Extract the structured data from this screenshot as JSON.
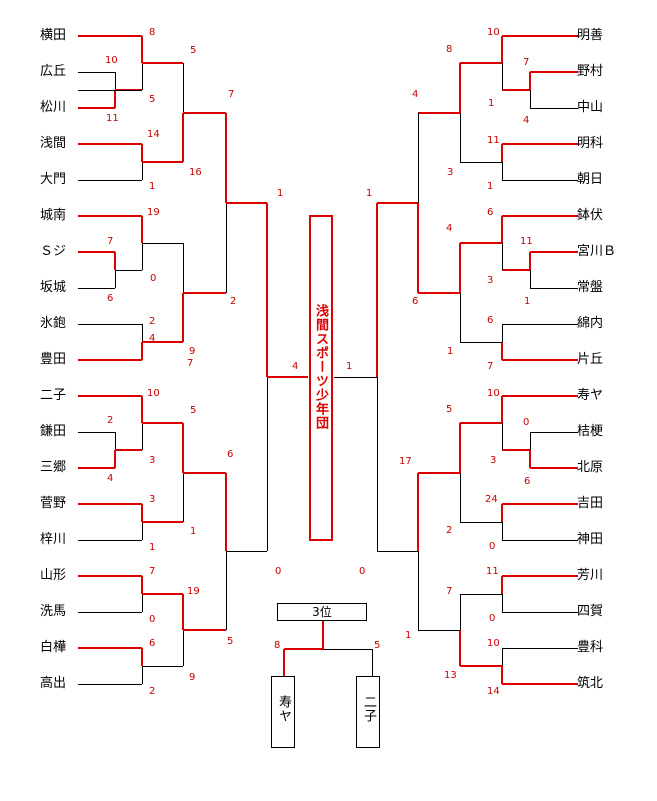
{
  "left_teams": [
    "横田",
    "広丘",
    "松川",
    "浅間",
    "大門",
    "城南",
    "Ｓジ",
    "坂城",
    "氷鉋",
    "豊田",
    "二子",
    "鎌田",
    "三郷",
    "菅野",
    "梓川",
    "山形",
    "洗馬",
    "白樺",
    "高出"
  ],
  "right_teams": [
    "明善",
    "野村",
    "中山",
    "明科",
    "朝日",
    "鉢伏",
    "宮川Ｂ",
    "常盤",
    "綿内",
    "片丘",
    "寿ヤ",
    "桔梗",
    "北原",
    "吉田",
    "神田",
    "芳川",
    "四賀",
    "豊科",
    "筑北"
  ],
  "champion": "浅間スポーツ少年団",
  "third_place": {
    "label": "3位",
    "left_team": "寿ヤ",
    "right_team": "二子",
    "left_score": "8",
    "right_score": "5"
  },
  "scores": {
    "L": [
      "8",
      "10",
      "11",
      "5",
      "14",
      "1",
      "5",
      "16",
      "7",
      "19",
      "7",
      "6",
      "0",
      "1",
      "2",
      "4",
      "2",
      "9",
      "4",
      "10",
      "2",
      "4",
      "3",
      "5",
      "3",
      "1",
      "1",
      "6",
      "7",
      "0",
      "19",
      "6",
      "5",
      "9",
      "2",
      "0",
      "7"
    ],
    "R": [
      "10",
      "7",
      "1",
      "4",
      "8",
      "11",
      "1",
      "3",
      "4",
      "1",
      "6",
      "11",
      "1",
      "3",
      "4",
      "6",
      "1",
      "6",
      "7",
      "10",
      "0",
      "3",
      "6",
      "5",
      "24",
      "0",
      "2",
      "17",
      "11",
      "0",
      "7",
      "10",
      "14",
      "13",
      "1",
      "0",
      "1"
    ]
  },
  "colors": {
    "winner": "#dd0000",
    "loser": "#000000"
  }
}
